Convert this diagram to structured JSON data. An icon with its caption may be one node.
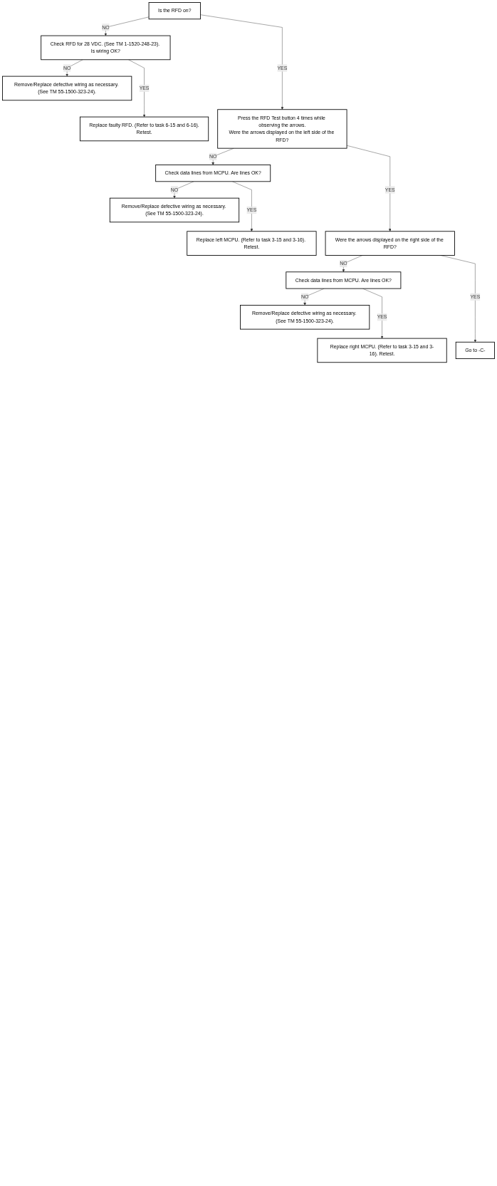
{
  "diagram": {
    "nodes": [
      {
        "text": [
          "Is the RFD on?"
        ]
      },
      {
        "text": [
          "Check RFD for 28 VDC. (See TM 1-1520-248-23). Is wiring OK?"
        ]
      },
      {
        "text": [
          "Remove/Replace defective wiring as necessary. (See TM 55-1500-323-24)."
        ]
      },
      {
        "text": [
          "Replace faulty RFD. (Refer to task 6-15 and 6-16).",
          "Retest."
        ]
      },
      {
        "text": [
          "Press the RFD Test button 4 times while observing the arrows.",
          "Were the arrows displayed on the left side of the RFD?"
        ]
      },
      {
        "text": [
          "Check data lines from MCPU. Are lines OK?"
        ]
      },
      {
        "text": [
          "Remove/Replace defective wiring as necessary. (See TM 55-1500-323-24)."
        ]
      },
      {
        "text": [
          "Replace left MCPU. (Refer to task 3-15 and 3-16). Retest."
        ]
      },
      {
        "text": [
          "Were the arrows displayed on the right side of the RFD?"
        ]
      },
      {
        "text": [
          "Check data lines from MCPU. Are lines OK?"
        ]
      },
      {
        "text": [
          "Remove/Replace defective wiring as necessary. (See TM 55-1500-323-24)."
        ]
      },
      {
        "text": [
          "Replace right MCPU. (Refer to task 3-15 and 3-16). Retest."
        ]
      },
      {
        "text": [
          "Go to -C-"
        ]
      }
    ],
    "edges": [
      {
        "from": 0,
        "to": 1,
        "arrow": "to",
        "label": "NO"
      },
      {
        "from": 0,
        "to": 4,
        "arrow": "to",
        "label": "YES"
      },
      {
        "from": 1,
        "to": 2,
        "arrow": "to",
        "label": "NO"
      },
      {
        "from": 1,
        "to": 3,
        "arrow": "to",
        "label": "YES"
      },
      {
        "from": 4,
        "to": 5,
        "arrow": "to",
        "label": "NO"
      },
      {
        "from": 4,
        "to": 8,
        "arrow": "to",
        "label": "YES"
      },
      {
        "from": 5,
        "to": 6,
        "arrow": "to",
        "label": "NO"
      },
      {
        "from": 5,
        "to": 7,
        "arrow": "to",
        "label": "YES"
      },
      {
        "from": 8,
        "to": 9,
        "arrow": "to",
        "label": "NO"
      },
      {
        "from": 8,
        "to": 12,
        "arrow": "to",
        "label": "YES"
      },
      {
        "from": 9,
        "to": 10,
        "arrow": "to",
        "label": "NO"
      },
      {
        "from": 9,
        "to": 11,
        "arrow": "to",
        "label": "YES"
      }
    ]
  }
}
